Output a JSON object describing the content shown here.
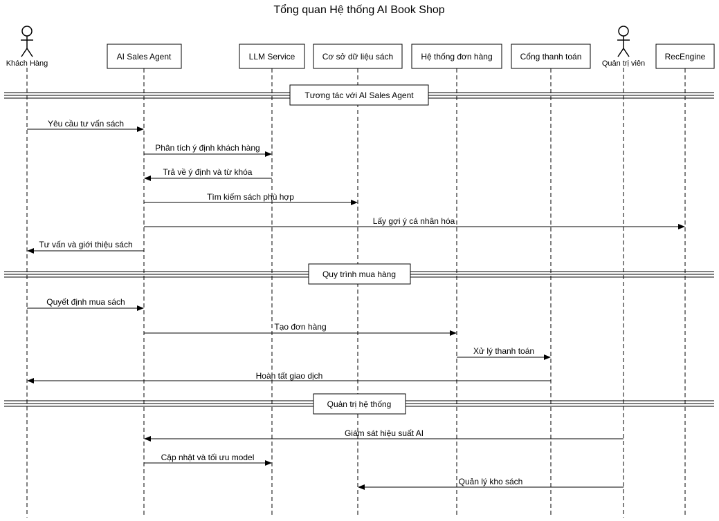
{
  "title": "Tổng quan Hệ thống AI Book Shop",
  "actors": [
    {
      "id": "khach_hang",
      "label": "Khách Hàng"
    },
    {
      "id": "quan_tri",
      "label": "Quản trị viên"
    }
  ],
  "participants": [
    {
      "id": "ai_sales_agent",
      "label": "AI Sales Agent"
    },
    {
      "id": "llm_service",
      "label": "LLM Service"
    },
    {
      "id": "co_so_du_lieu_sach",
      "label": "Cơ sở dữ liệu sách"
    },
    {
      "id": "he_thong_don_hang",
      "label": "Hệ thống đơn hàng"
    },
    {
      "id": "cong_thanh_toan",
      "label": "Cổng thanh toán"
    },
    {
      "id": "recengine",
      "label": "RecEngine"
    }
  ],
  "groups": [
    {
      "label": "Tương tác với AI Sales Agent"
    },
    {
      "label": "Quy trình mua hàng"
    },
    {
      "label": "Quản trị hệ thống"
    }
  ],
  "messages": [
    {
      "from": "Khách Hàng",
      "to": "AI Sales Agent",
      "text": "Yêu cầu tư vấn sách"
    },
    {
      "from": "AI Sales Agent",
      "to": "LLM Service",
      "text": "Phân tích ý định khách hàng"
    },
    {
      "from": "LLM Service",
      "to": "AI Sales Agent",
      "text": "Trả về ý định và từ khóa"
    },
    {
      "from": "AI Sales Agent",
      "to": "Cơ sở dữ liệu sách",
      "text": "Tìm kiếm sách phù hợp"
    },
    {
      "from": "AI Sales Agent",
      "to": "RecEngine",
      "text": "Lấy gợi ý cá nhân hóa"
    },
    {
      "from": "AI Sales Agent",
      "to": "Khách Hàng",
      "text": "Tư vấn và giới thiệu sách"
    },
    {
      "from": "Khách Hàng",
      "to": "AI Sales Agent",
      "text": "Quyết định mua sách"
    },
    {
      "from": "AI Sales Agent",
      "to": "Hệ thống đơn hàng",
      "text": "Tạo đơn hàng"
    },
    {
      "from": "Hệ thống đơn hàng",
      "to": "Cổng thanh toán",
      "text": "Xử lý thanh toán"
    },
    {
      "from": "Cổng thanh toán",
      "to": "Khách Hàng",
      "text": "Hoàn tất giao dịch"
    },
    {
      "from": "Quản trị viên",
      "to": "AI Sales Agent",
      "text": "Giám sát hiệu suất AI"
    },
    {
      "from": "AI Sales Agent",
      "to": "LLM Service",
      "text": "Cập nhật và tối ưu model"
    },
    {
      "from": "Quản trị viên",
      "to": "Cơ sở dữ liệu sách",
      "text": "Quản lý kho sách"
    }
  ]
}
